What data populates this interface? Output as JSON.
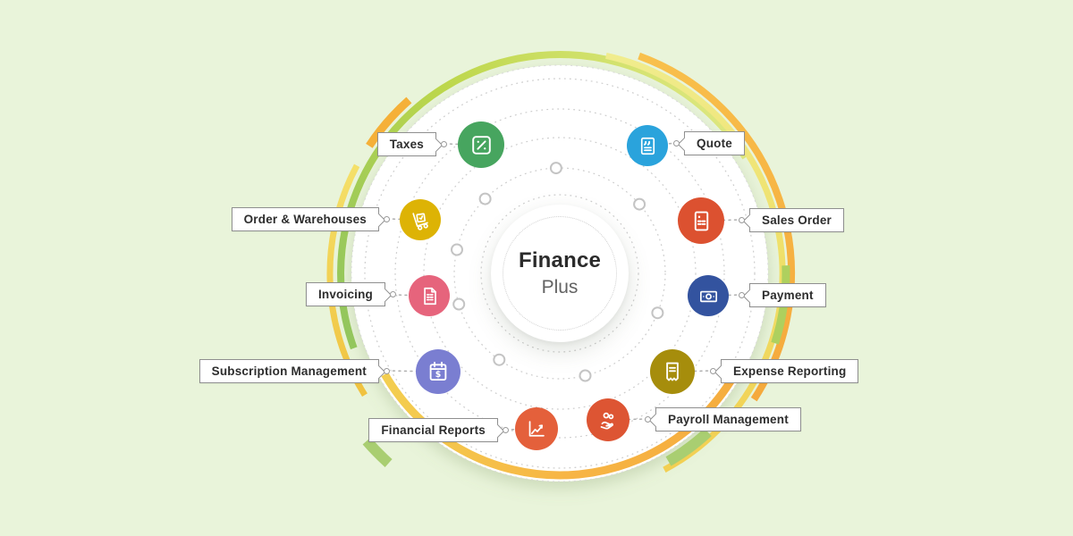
{
  "center": {
    "title": "Finance",
    "subtitle": "Plus"
  },
  "features": [
    {
      "id": "taxes",
      "label": "Taxes",
      "side": "left",
      "color": "#47a55f",
      "icon": "percent-document-icon"
    },
    {
      "id": "quote",
      "label": "Quote",
      "side": "right",
      "color": "#2aa3dc",
      "icon": "quote-document-icon"
    },
    {
      "id": "order-warehouses",
      "label": "Order & Warehouses",
      "side": "left",
      "color": "#ddb305",
      "icon": "hand-truck-icon"
    },
    {
      "id": "sales-order",
      "label": "Sales Order",
      "side": "right",
      "color": "#dc5130",
      "icon": "sales-document-icon"
    },
    {
      "id": "invoicing",
      "label": "Invoicing",
      "side": "left",
      "color": "#e6647c",
      "icon": "invoice-document-icon"
    },
    {
      "id": "payment",
      "label": "Payment",
      "side": "right",
      "color": "#33539f",
      "icon": "banknote-icon"
    },
    {
      "id": "subscription-management",
      "label": "Subscription Management",
      "side": "left",
      "color": "#7a7ed1",
      "icon": "calendar-dollar-icon"
    },
    {
      "id": "expense-reporting",
      "label": "Expense Reporting",
      "side": "right",
      "color": "#a68d0c",
      "icon": "receipt-icon"
    },
    {
      "id": "financial-reports",
      "label": "Financial Reports",
      "side": "left",
      "color": "#e4603b",
      "icon": "line-chart-icon"
    },
    {
      "id": "payroll-management",
      "label": "Payroll Management",
      "side": "right",
      "color": "#dd5533",
      "icon": "people-hand-icon"
    }
  ],
  "palette": {
    "background": "#e9f4da",
    "disk": "#ffffff",
    "ring_dotted": "#cccccc",
    "connector": "#b0b0b0",
    "tag_border": "#8f8f8f",
    "tag_text": "#2d2d2d",
    "arc_green": "#b7d44c",
    "arc_yellow": "#f0e06a",
    "arc_orange": "#f5ab3d",
    "arc_green_segment": "#a9ce71"
  }
}
